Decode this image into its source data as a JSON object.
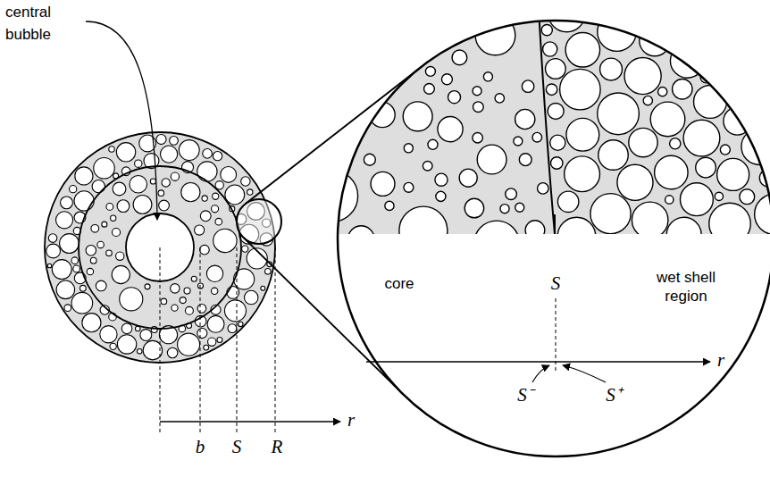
{
  "diagram": {
    "labels": [
      "central bubble",
      "b",
      "S",
      "R",
      "r",
      "core",
      "S",
      "wet shell region",
      "r",
      "S⁻",
      "S⁺"
    ]
  }
}
